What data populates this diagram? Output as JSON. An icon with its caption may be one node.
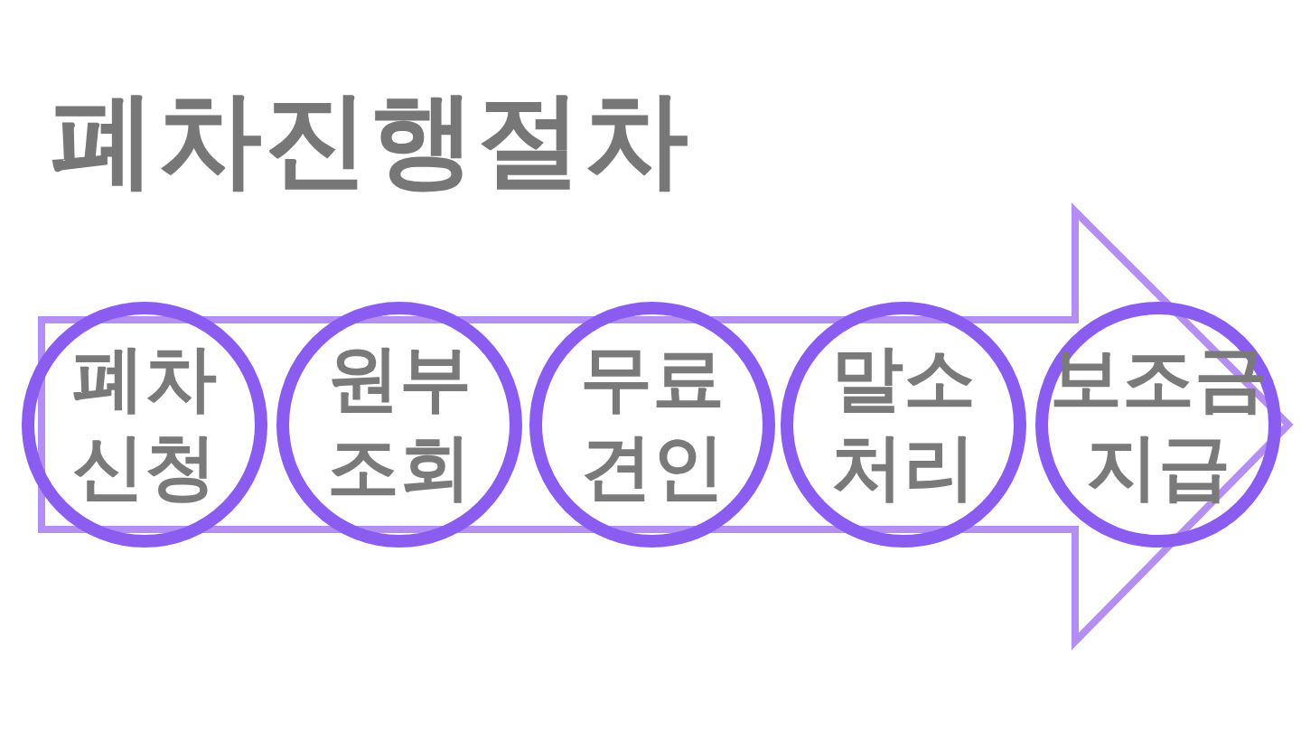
{
  "diagram": {
    "title": "폐차진행절차",
    "nodes": [
      {
        "text": [
          "폐차 신청"
        ]
      },
      {
        "text": [
          "원부 조회"
        ]
      },
      {
        "text": [
          "무료 견인"
        ]
      },
      {
        "text": [
          "말소 처리"
        ]
      },
      {
        "text": [
          "보조금 지급"
        ]
      }
    ]
  }
}
